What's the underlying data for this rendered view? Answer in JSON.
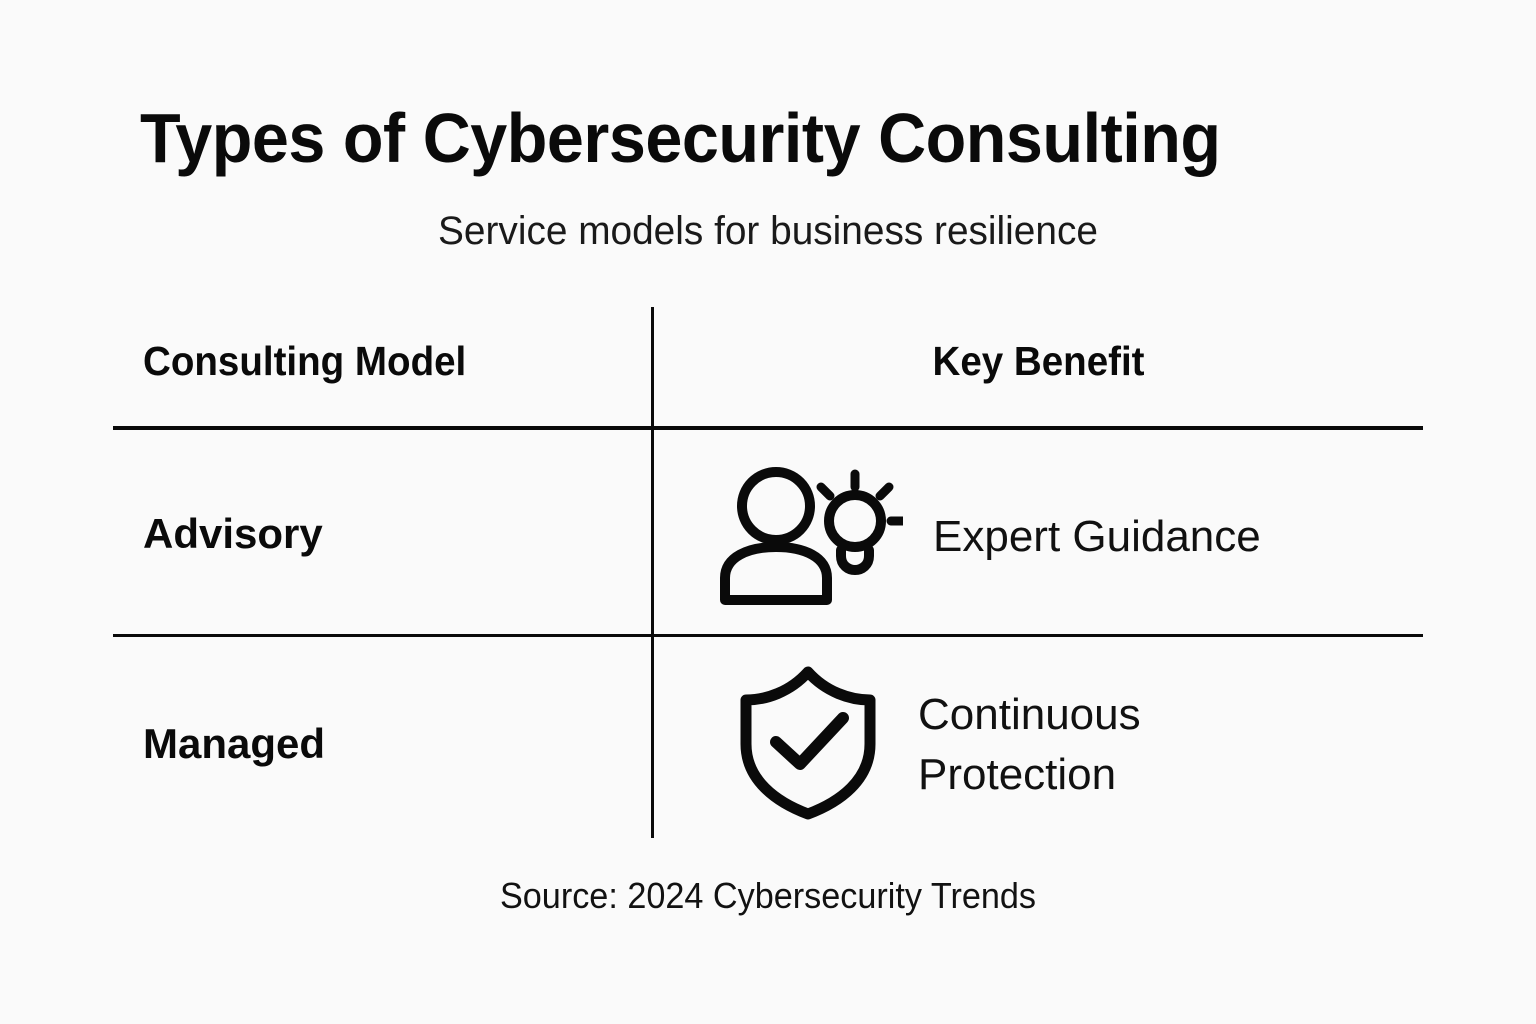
{
  "header": {
    "title": "Types of Cybersecurity Consulting",
    "subtitle": "Service models for business resilience"
  },
  "table": {
    "columns": [
      {
        "id": "consulting-model",
        "label": "Consulting Model",
        "align": "left"
      },
      {
        "id": "key-benefit",
        "label": "Key Benefit",
        "align": "center"
      }
    ],
    "rows": [
      {
        "model": "Advisory",
        "benefit": "Expert Guidance",
        "icon": "person-lightbulb-icon"
      },
      {
        "model": "Managed",
        "benefit": "Continuous\nProtection",
        "icon": "shield-check-icon"
      }
    ]
  },
  "footer": {
    "source": "Source: 2024 Cybersecurity Trends"
  },
  "colors": {
    "background": "#fafafa",
    "ink": "#0a0a0a",
    "text": "#111111",
    "rule": "#0a0a0a"
  }
}
